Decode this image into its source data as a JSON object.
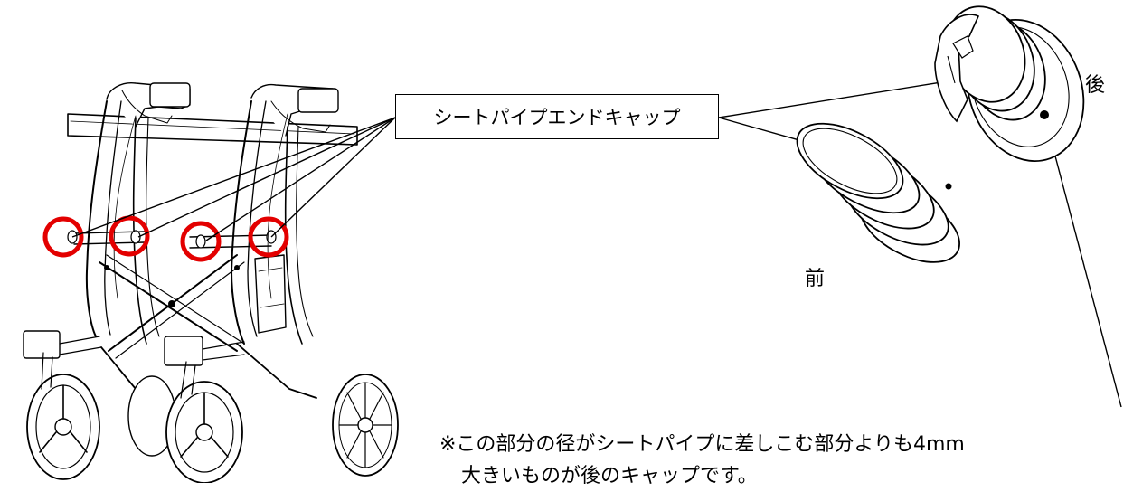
{
  "callout": {
    "label": "シートパイプエンドキャップ"
  },
  "labels": {
    "front": "前",
    "rear": "後"
  },
  "note": {
    "line1": "※この部分の径がシートパイプに差しこむ部分よりも4mm",
    "line2": "大きいものが後のキャップです。"
  },
  "colors": {
    "highlight": "#e30000",
    "line": "#000000",
    "background": "#ffffff"
  },
  "icons": {
    "walker": "rollator-walker-illustration",
    "front_cap": "front-end-cap-illustration",
    "rear_cap": "rear-end-cap-illustration"
  }
}
